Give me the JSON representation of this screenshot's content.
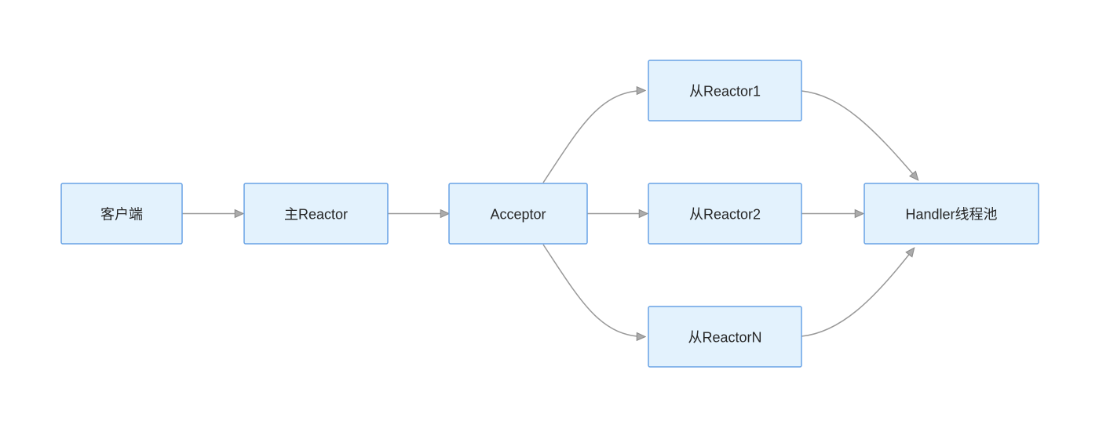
{
  "diagram": {
    "type": "flowchart",
    "direction": "left-to-right",
    "nodes": [
      {
        "id": "client",
        "label": "客户端"
      },
      {
        "id": "main-reactor",
        "label": "主Reactor"
      },
      {
        "id": "acceptor",
        "label": "Acceptor"
      },
      {
        "id": "sub-reactor-1",
        "label": "从Reactor1"
      },
      {
        "id": "sub-reactor-2",
        "label": "从Reactor2"
      },
      {
        "id": "sub-reactor-n",
        "label": "从ReactorN"
      },
      {
        "id": "handler-pool",
        "label": "Handler线程池"
      }
    ],
    "edges": [
      {
        "from": "客户端",
        "to": "主Reactor"
      },
      {
        "from": "主Reactor",
        "to": "Acceptor"
      },
      {
        "from": "Acceptor",
        "to": "从Reactor1"
      },
      {
        "from": "Acceptor",
        "to": "从Reactor2"
      },
      {
        "from": "Acceptor",
        "to": "从ReactorN"
      },
      {
        "from": "从Reactor1",
        "to": "Handler线程池"
      },
      {
        "from": "从Reactor2",
        "to": "Handler线程池"
      },
      {
        "from": "从ReactorN",
        "to": "Handler线程池"
      }
    ],
    "colors": {
      "background": "#ffffff",
      "node_fill": "#e3f2fd",
      "node_border": "#68a2e5",
      "edge_line": "#999999",
      "arrowhead_fill": "#ababab",
      "arrowhead_stroke": "#8c8c8c",
      "text": "#262626"
    }
  }
}
